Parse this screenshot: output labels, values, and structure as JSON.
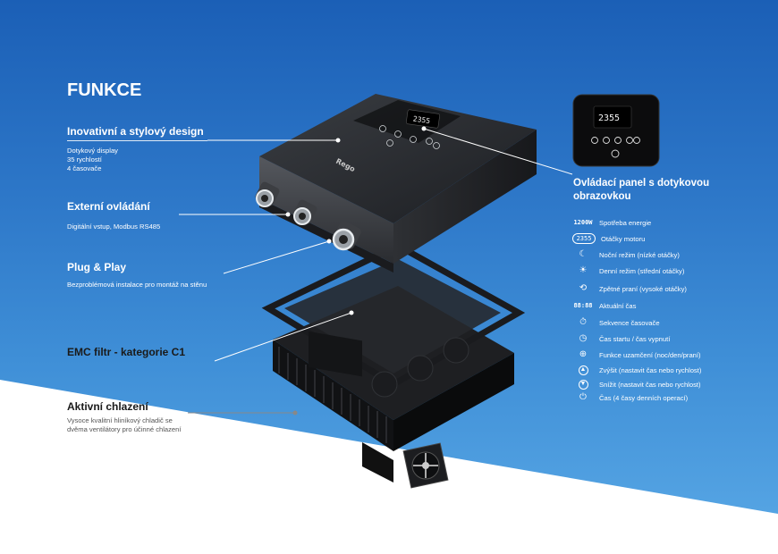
{
  "heading": "FUNKCE",
  "features": [
    {
      "title": "Inovativní a stylový design",
      "lines": [
        "Dotykový display",
        "35 rychlostí",
        "4 časovače"
      ]
    },
    {
      "title": "Externí ovládání",
      "lines": [
        "Digitální vstup, Modbus RS485"
      ]
    },
    {
      "title": "Plug & Play",
      "lines": [
        "Bezproblémová instalace pro montáž na stěnu"
      ]
    },
    {
      "title": "EMC filtr - kategorie C1",
      "lines": []
    },
    {
      "title": "Aktivní chlazení",
      "lines": [
        "Vysoce kvalitní hliníkový chladič se",
        "dvěma ventilátory pro účinné chlazení"
      ]
    }
  ],
  "panel": {
    "title_line1": "Ovládací panel s dotykovou",
    "title_line2": "obrazovkou",
    "display_digits": "2355",
    "display_power": "1200W",
    "display_time": "88:88"
  },
  "legend": [
    {
      "icon": "power-readout-icon",
      "glyph": "1200W",
      "label": "Spotřeba energie"
    },
    {
      "icon": "speed-readout-icon",
      "glyph": "2355",
      "label": "Otáčky motoru"
    },
    {
      "icon": "moon-icon",
      "glyph": "☾",
      "label": "Noční režim (nízké otáčky)"
    },
    {
      "icon": "sun-icon",
      "glyph": "☀",
      "label": "Denní režim (střední otáčky)"
    },
    {
      "icon": "backwash-icon",
      "glyph": "⟲",
      "label": "Zpětné praní (vysoké otáčky)"
    },
    {
      "icon": "clock-readout-icon",
      "glyph": "88:88",
      "label": "Aktuální čas"
    },
    {
      "icon": "timer-sequence-icon",
      "glyph": "⏱",
      "label": "Sekvence časovače"
    },
    {
      "icon": "clock-icon",
      "glyph": "◷",
      "label": "Čas startu / čas vypnutí"
    },
    {
      "icon": "lock-function-icon",
      "glyph": "⊕",
      "label": "Funkce uzamčení (noc/den/praní)"
    },
    {
      "icon": "increase-icon",
      "glyph": "▲",
      "label": "Zvýšit (nastavit čas nebo rychlost)"
    },
    {
      "icon": "decrease-icon",
      "glyph": "▼",
      "label": "Snížit (nastavit čas nebo rychlost)"
    },
    {
      "icon": "power-icon",
      "glyph": "⏻",
      "label": "Čas (4 časy denních operací)"
    }
  ],
  "colors": {
    "background_top": "#1b5fb6",
    "background_bottom": "#5aa9e6",
    "accent_text": "#ffffff"
  }
}
